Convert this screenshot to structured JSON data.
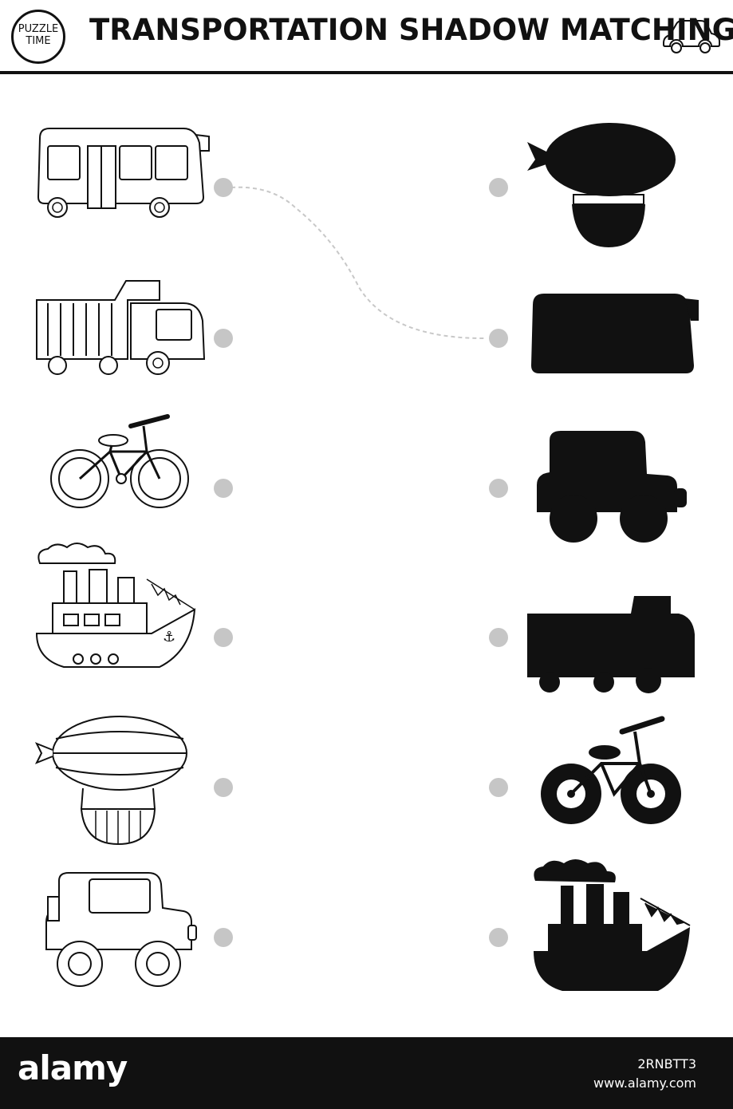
{
  "header": {
    "logo_line1": "PUZZLE",
    "logo_line2": "TIME",
    "title": "TRANSPORTATION SHADOW MATCHING",
    "header_icon": "car-outline-icon"
  },
  "left_items": [
    {
      "name": "bus",
      "icon": "bus-icon"
    },
    {
      "name": "dump-truck",
      "icon": "dump-truck-icon"
    },
    {
      "name": "bicycle",
      "icon": "bicycle-icon"
    },
    {
      "name": "steamboat",
      "icon": "steamboat-icon"
    },
    {
      "name": "airship",
      "icon": "airship-icon"
    },
    {
      "name": "jeep",
      "icon": "jeep-icon"
    }
  ],
  "right_shadows": [
    {
      "name": "airship",
      "icon": "airship-shadow-icon"
    },
    {
      "name": "bus",
      "icon": "bus-shadow-icon"
    },
    {
      "name": "jeep",
      "icon": "jeep-shadow-icon"
    },
    {
      "name": "dump-truck",
      "icon": "dump-truck-shadow-icon"
    },
    {
      "name": "bicycle",
      "icon": "bicycle-shadow-icon"
    },
    {
      "name": "steamboat",
      "icon": "steamboat-shadow-icon"
    }
  ],
  "example_match": {
    "from": "bus",
    "to": "bus"
  },
  "colors": {
    "ink": "#111111",
    "dot": "#c6c6c6",
    "footer": "#111111"
  },
  "footer": {
    "brand": "alamy",
    "image_id": "2RNBTT3",
    "url": "www.alamy.com"
  }
}
